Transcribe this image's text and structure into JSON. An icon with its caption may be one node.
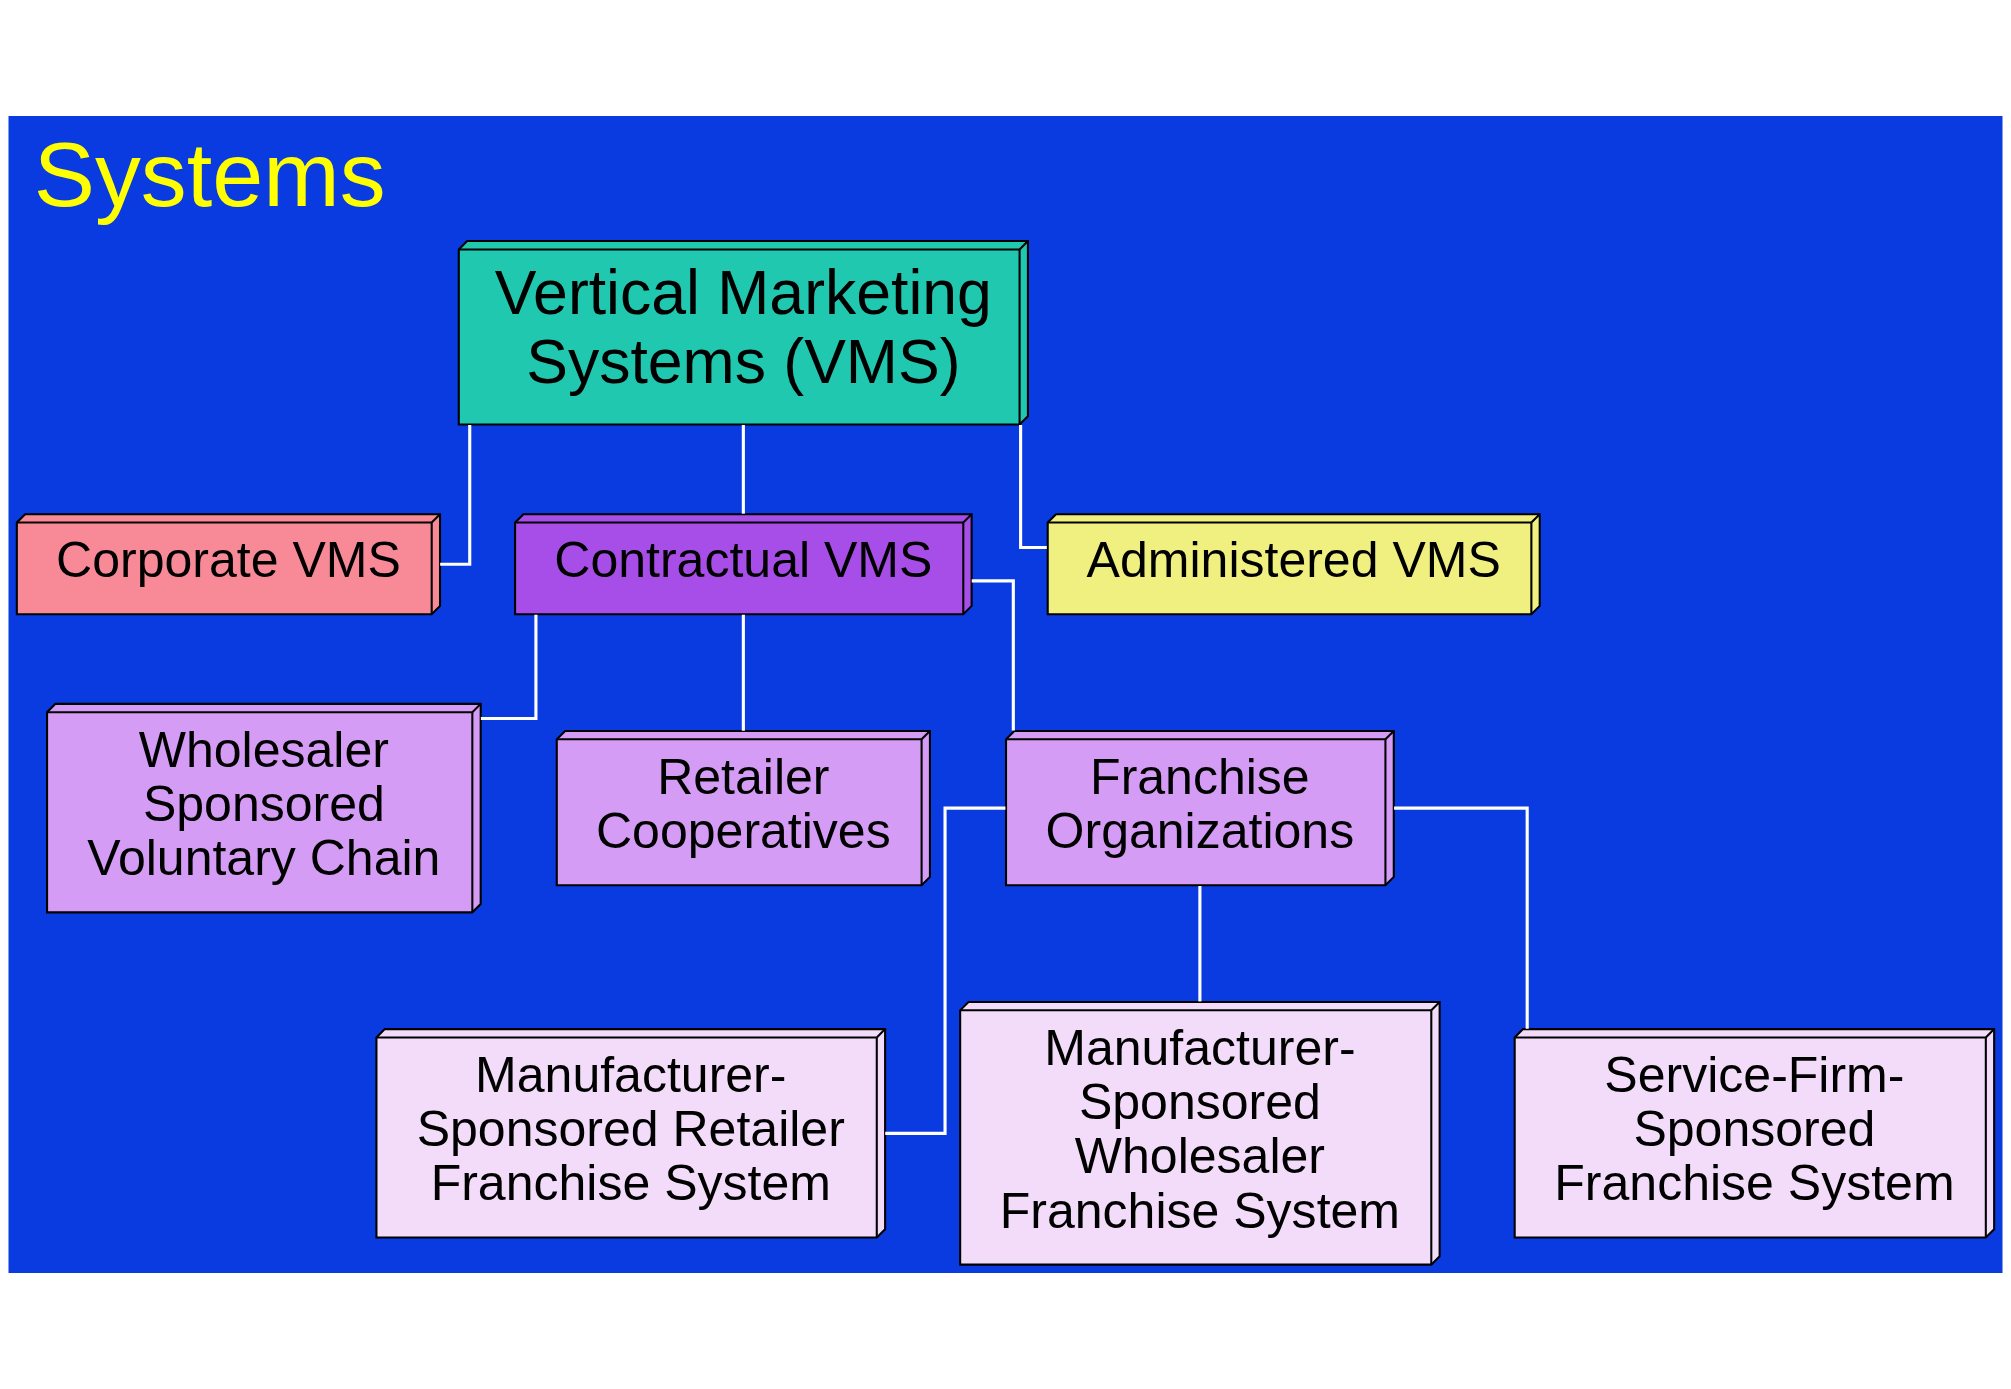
{
  "diagram": {
    "title": "Systems",
    "nodes": [
      {
        "text": [
          "Vertical Marketing Systems (VMS)"
        ]
      },
      {
        "text": [
          "Corporate VMS"
        ]
      },
      {
        "text": [
          "Contractual VMS"
        ]
      },
      {
        "text": [
          "Administered VMS"
        ]
      },
      {
        "text": [
          "Wholesaler Sponsored Voluntary Chain"
        ]
      },
      {
        "text": [
          "Retailer Cooperatives"
        ]
      },
      {
        "text": [
          "Franchise Organizations"
        ]
      },
      {
        "text": [
          "Manufacturer-Sponsored Retailer Franchise System"
        ]
      },
      {
        "text": [
          "Manufacturer-Sponsored Wholesaler Franchise System"
        ]
      },
      {
        "text": [
          "Service-Firm-Sponsored Franchise System"
        ]
      }
    ],
    "edges": [
      {
        "from": 0,
        "to": 1,
        "arrow": "none"
      },
      {
        "from": 0,
        "to": 2,
        "arrow": "none"
      },
      {
        "from": 0,
        "to": 3,
        "arrow": "none"
      },
      {
        "from": 2,
        "to": 4,
        "arrow": "none"
      },
      {
        "from": 2,
        "to": 5,
        "arrow": "none"
      },
      {
        "from": 2,
        "to": 6,
        "arrow": "none"
      },
      {
        "from": 6,
        "to": 7,
        "arrow": "none"
      },
      {
        "from": 6,
        "to": 8,
        "arrow": "none"
      },
      {
        "from": 6,
        "to": 9,
        "arrow": "none"
      }
    ]
  }
}
